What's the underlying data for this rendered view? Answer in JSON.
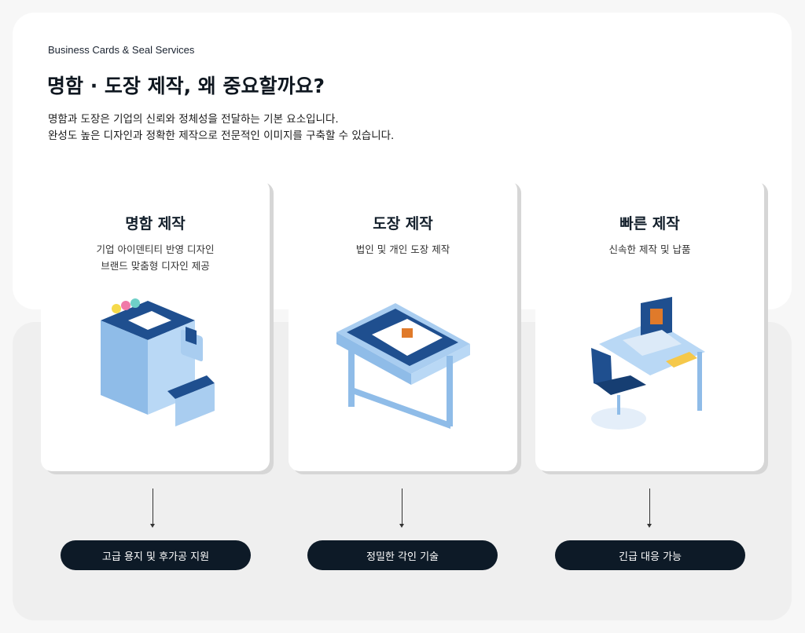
{
  "header": {
    "eyebrow": "Business Cards & Seal Services",
    "title": "명함 · 도장 제작, 왜 중요할까요?",
    "desc_line1": "명함과 도장은 기업의 신뢰와 정체성을 전달하는 기본 요소입니다.",
    "desc_line2": "완성도 높은 디자인과 정확한 제작으로 전문적인 이미지를 구축할 수 있습니다."
  },
  "cards": [
    {
      "title": "명함 제작",
      "line1": "기업 아이덴티티 반영 디자인",
      "line2": "브랜드 맞춤형 디자인 제공",
      "icon": "printer-illustration",
      "pill": "고급 용지 및 후가공 지원"
    },
    {
      "title": "도장 제작",
      "line1": "법인 및 개인 도장 제작",
      "line2": "",
      "icon": "engraving-machine-illustration",
      "pill": "정밀한 각인 기술"
    },
    {
      "title": "빠른 제작",
      "line1": "신속한 제작 및 납품",
      "line2": "",
      "icon": "desk-workstation-illustration",
      "pill": "긴급 대응 가능"
    }
  ],
  "colors": {
    "navy": "#0d1a27",
    "blue": "#1f4f8f",
    "light_blue": "#a9cdf0"
  }
}
